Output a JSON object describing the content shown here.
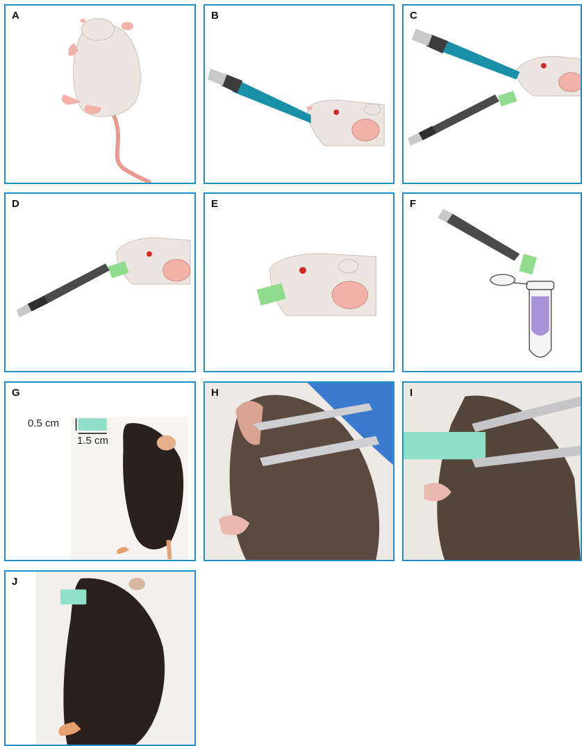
{
  "figure": {
    "panels": [
      {
        "id": "A",
        "label": "A"
      },
      {
        "id": "B",
        "label": "B"
      },
      {
        "id": "C",
        "label": "C"
      },
      {
        "id": "D",
        "label": "D"
      },
      {
        "id": "E",
        "label": "E"
      },
      {
        "id": "F",
        "label": "F"
      },
      {
        "id": "G",
        "label": "G"
      },
      {
        "id": "H",
        "label": "H"
      },
      {
        "id": "I",
        "label": "I"
      },
      {
        "id": "J",
        "label": "J"
      }
    ],
    "scale": {
      "height_label": "0.5 cm",
      "width_label": "1.5 cm"
    },
    "colors": {
      "border": "#1f8fc8",
      "forceps_blue": "#1a8fa8",
      "forceps_dark": "#3c3c3c",
      "sponge_green": "#8fdc8c",
      "sponge_photo": "#8fe0c8",
      "mouse_white": "#ede6e0",
      "mouse_tail": "#e89a92",
      "mouse_black": "#2a211d",
      "tube_liquid": "#a892d8"
    }
  }
}
